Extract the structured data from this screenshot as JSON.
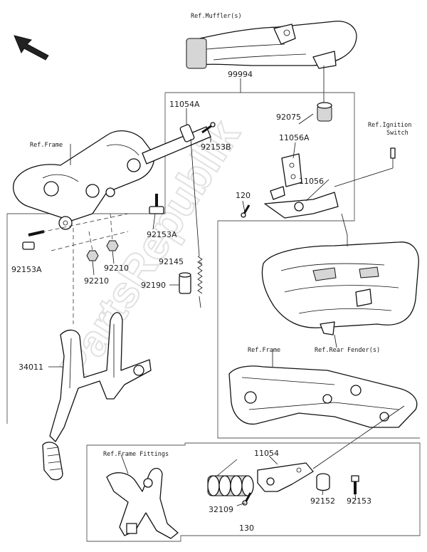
{
  "labels": {
    "ref_muffler": "Ref.Muffler(s)",
    "ref_frame_top": "Ref.Frame",
    "ref_ignition_switch_1": "Ref.Ignition",
    "ref_ignition_switch_2": "Switch",
    "ref_frame_mid": "Ref.Frame",
    "ref_rear_fender": "Ref.Rear Fender(s)",
    "ref_frame_fittings": "Ref.Frame Fittings",
    "p99994": "99994",
    "p11054A": "11054A",
    "p92153B": "92153B",
    "p92075": "92075",
    "p11056A": "11056A",
    "p11056": "11056",
    "p120": "120",
    "p92153A_right": "92153A",
    "p92153A_left": "92153A",
    "p92210_right": "92210",
    "p92210_left": "92210",
    "p92145": "92145",
    "p92190": "92190",
    "p34011": "34011",
    "p11054": "11054",
    "p32109": "32109",
    "p92152": "92152",
    "p92153": "92153",
    "p130": "130"
  },
  "watermark": "PartsRepublik",
  "icons": {
    "front_arrow": "arrow-up-left-icon"
  }
}
